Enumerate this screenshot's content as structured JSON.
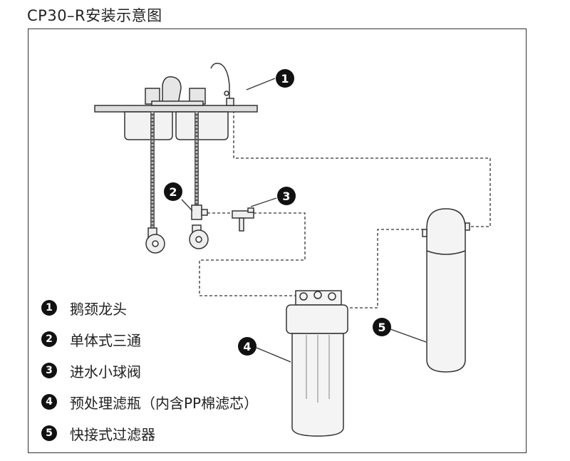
{
  "title": "CP30–R安装示意图",
  "callouts": [
    "1",
    "2",
    "3",
    "4",
    "5"
  ],
  "legend": [
    {
      "num": "1",
      "label": "鹅颈龙头"
    },
    {
      "num": "2",
      "label": "单体式三通"
    },
    {
      "num": "3",
      "label": "进水小球阀"
    },
    {
      "num": "4",
      "label": "预处理滤瓶（内含PP棉滤芯）"
    },
    {
      "num": "5",
      "label": "快接式过滤器"
    }
  ],
  "colors": {
    "ink": "#111111",
    "line": "#333333",
    "fill": "#f2f2f2"
  }
}
